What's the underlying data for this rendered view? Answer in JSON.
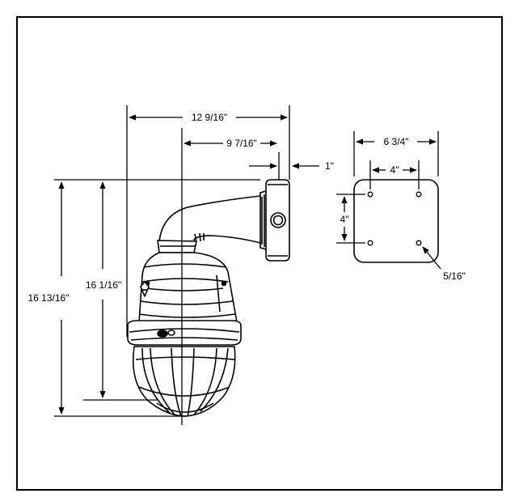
{
  "drawing": {
    "dimensions": {
      "overall_width": "12 9/16\"",
      "bracket_reach": "9 7/16\"",
      "wall_plate_depth": "1\"",
      "overall_height": "16 13/16\"",
      "height_below_bracket": "16 1/16\"",
      "plate_width": "6 3/4\"",
      "hole_spacing_horizontal": "4\"",
      "hole_spacing_vertical": "4\"",
      "hole_diameter": "5/16\""
    }
  }
}
